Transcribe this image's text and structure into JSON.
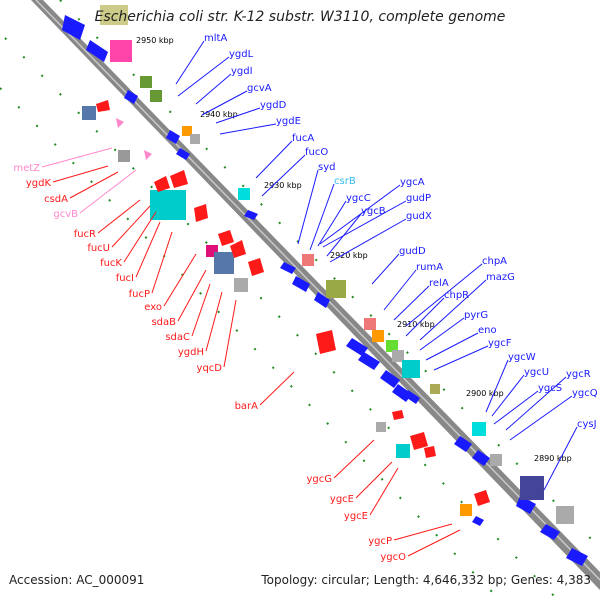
{
  "title": "Escherichia coli str. K-12 substr. W3110, complete genome",
  "accession": "Accession: AC_000091",
  "topology": "Topology: circular; Length: 4,646,332 bp; Genes: 4,383",
  "colors": {
    "forward_gene": "#1a1aff",
    "reverse_gene": "#ff1a1a",
    "rna_gene": "#ff88cc",
    "rna_gene_alt": "#33bbee",
    "backbone": "#888888",
    "tick": "#228b22"
  },
  "scale_ticks": [
    "2950 kbp",
    "2940 kbp",
    "2930 kbp",
    "2920 kbp",
    "2910 kbp",
    "2900 kbp",
    "2890 kbp"
  ],
  "forward_labels": [
    "mltA",
    "ygdL",
    "ygdI",
    "gcvA",
    "ygdD",
    "ygdE",
    "fucA",
    "fucO",
    "syd",
    "csrB",
    "ygcC",
    "ygcA",
    "gudP",
    "ygcB",
    "gudX",
    "gudD",
    "rumA",
    "chpA",
    "relA",
    "mazG",
    "chpR",
    "pyrG",
    "eno",
    "ygcF",
    "ygcW",
    "ygcU",
    "ygcR",
    "ygcS",
    "ygcQ",
    "cysJ"
  ],
  "reverse_labels": [
    "metZ",
    "ygdK",
    "csdA",
    "gcvB",
    "fucR",
    "fucU",
    "fucK",
    "fucI",
    "fucP",
    "exo",
    "sdaB",
    "sdaC",
    "ygdH",
    "yqcD",
    "barA",
    "ygcG",
    "ygcE",
    "ygcE",
    "ygcP",
    "ygcO"
  ]
}
